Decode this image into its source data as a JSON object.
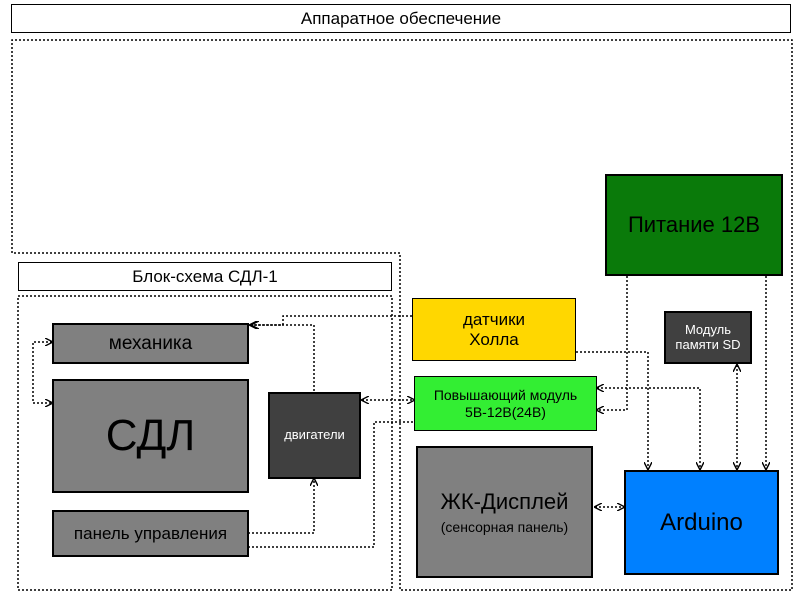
{
  "title": "Аппаратное обеспечение",
  "sdl_section": {
    "title": "Блок-схема СДЛ-1"
  },
  "blocks": {
    "mechanics": "механика",
    "sdl": "СДЛ",
    "motors": "двигатели",
    "control_panel": "панель управления",
    "hall_sensors": [
      "датчики",
      "Холла"
    ],
    "boost_module": [
      "Повышающий модуль",
      "5В-12В(24В)"
    ],
    "lcd": [
      "ЖК-Дисплей",
      "(сенсорная панель)"
    ],
    "arduino": "Arduino",
    "power": "Питание 12В",
    "sd_module": [
      "Модуль",
      "памяти SD"
    ]
  },
  "colors": {
    "gray_block": "#808080",
    "dark_block": "#404040",
    "hall_sensors": "#ffd700",
    "boost_module": "#33ee33",
    "arduino": "#0080ff",
    "power": "#0a7a0a"
  }
}
